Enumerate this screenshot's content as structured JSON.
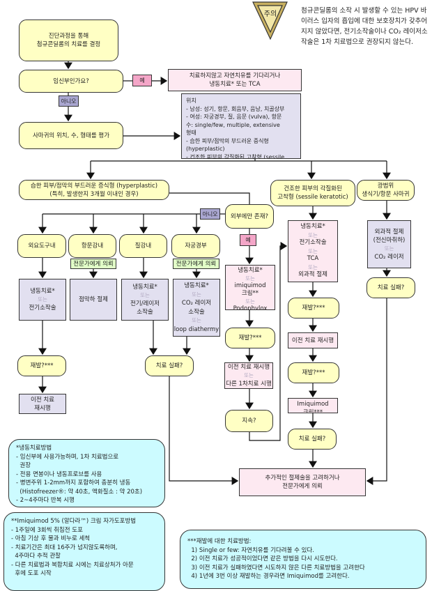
{
  "caution": {
    "badge": "주의",
    "text": "첨규콘딜롬의 소작 시 발생할 수 있는 HPV 바이러스 입자의 흡입에 대한 보호장치가 갖추어지지 않았다면, 전기소작술이나 CO₂ 레이저소작술은 1차 치료법으로 권장되지 않는다.",
    "color": "#e8d890"
  },
  "nodes": {
    "start": [
      "진단과정을 통해",
      "첨규콘딜롬의 치료를 결정"
    ],
    "pregnant": [
      "임신부인가요?"
    ],
    "pregnant_yes_action": [
      "치료하지않고 자연치유를 기다리거나",
      "냉동치료* 또는 TCA"
    ],
    "evaluate": [
      "사마귀의 위치, 수, 형태를 평가"
    ],
    "info": [
      "위치",
      "- 남성: 성기, 항문, 회음부, 음낭, 치골상부",
      "- 여성: 자궁경부, 질, 음문 (vulva), 항문",
      "수: single/few, multiple, extensive",
      "형태",
      "- 습한 피부/점막의 부드러운 증식형 (hyperplastic)",
      "- 건조한 피부의 각질화된 고착형 (sessile"
    ],
    "hyperplastic": [
      "습한 피부/점막의 부드러운 증식형 (hyperplastic)",
      "(특히, 발생한지 3개월 이내인 경우)"
    ],
    "external_only": [
      "외부에만 존재?"
    ],
    "urethra": [
      "외요도구내"
    ],
    "anal": [
      "항문강내"
    ],
    "vaginal": [
      "질강내"
    ],
    "cervix": [
      "자궁경부"
    ],
    "refer1": [
      "전문가에게 의뢰"
    ],
    "refer2": [
      "전문가에게 의뢰"
    ],
    "urethra_tx": [
      "냉동치료*",
      "또는",
      "전기소작술"
    ],
    "anal_tx": [
      "점막하 절제"
    ],
    "vaginal_tx": [
      "냉동치료*",
      "또는",
      "전기/레이저",
      "소작술"
    ],
    "cervix_tx": [
      "냉동치료*",
      "또는",
      "CO₂ 레이저",
      "소작술",
      "또는",
      "loop diathermy"
    ],
    "urethra_recur": [
      "재발?***"
    ],
    "urethra_retry": [
      "이전 치료",
      "재시행"
    ],
    "vc_fail": [
      "치료 실패?"
    ],
    "ext_tx": [
      "냉동치료*",
      "또는",
      "imiquimod",
      "크림**",
      "또는",
      "Podophylox"
    ],
    "ext_recur": [
      "재발?***"
    ],
    "ext_retry": [
      "이전 치료 재시행",
      "또는",
      "다른 1차치료 시행"
    ],
    "ext_persist": [
      "지속?"
    ],
    "sessile": [
      "건조한 피부의 각질화된",
      "고착형 (sessile keratotic)"
    ],
    "sessile_tx": [
      "냉동치료*",
      "또는",
      "전기소작술",
      "또는",
      "TCA",
      "또는",
      "외과적 절제"
    ],
    "sessile_recur1": [
      "재발?***"
    ],
    "sessile_retry": [
      "이전 치료 재시행"
    ],
    "sessile_recur2": [
      "재발?***"
    ],
    "sessile_imiq": [
      "Imiquimod",
      "크림***"
    ],
    "sessile_fail": [
      "치료 실패?"
    ],
    "extensive": [
      "광범위",
      "생식기/항문 사마귀"
    ],
    "extensive_tx": [
      "외과적 절제",
      "(전신마취하)",
      "또는",
      "CO₂ 레이저"
    ],
    "extensive_fail": [
      "치료 실패?"
    ],
    "final": [
      "추가적인 절제술을 고려하거나",
      "전문가에게 의뢰"
    ]
  },
  "tags": {
    "yes1": "예",
    "no1": "아니오",
    "no2": "아니오",
    "yes2": "예"
  },
  "notes": {
    "cryo": [
      "*냉동치료방법",
      "- 임신부에 사용가능하며, 1차 치료법으로",
      "  권장",
      "- 전용 면봉이나 냉동프로브를 사용",
      "- 병변주위 1-2mm까지 포함하여 충분히 냉동",
      "  (Histofreezer®: 약 40초, 액화질소 : 약 20초)",
      "- 2~4주마다 반복 시행"
    ],
    "imiquimod": [
      "**Imiquimod 5% (알다라™) 크림 자가도포방법",
      "- 1주일에 3회씩 취침전 도포",
      "- 아침 기상 후 물과 비누로 세척",
      "- 치료기간은 최대 16주가 넘지않도록하며,",
      "  4주마다 추적 관찰",
      "- 다른 치료법과 복합치료 시에는 치료상처가 아문",
      "  후에 도포 시작"
    ],
    "recurrence": [
      "***재발에 대한 치료방법:",
      "  1) Single or few: 자연치유를 기다려볼 수 있다.",
      "  2) 이전 치료가 성공적이었다면 같은 방법을 다시 시도한다.",
      "  3) 이전 치료가 실패하였다면 시도하지 않은 다른 치료방법을 고려한다",
      "  4) 1년에 3번 이상 재발하는 경우라면 Imiquimod를 고려한다."
    ]
  }
}
